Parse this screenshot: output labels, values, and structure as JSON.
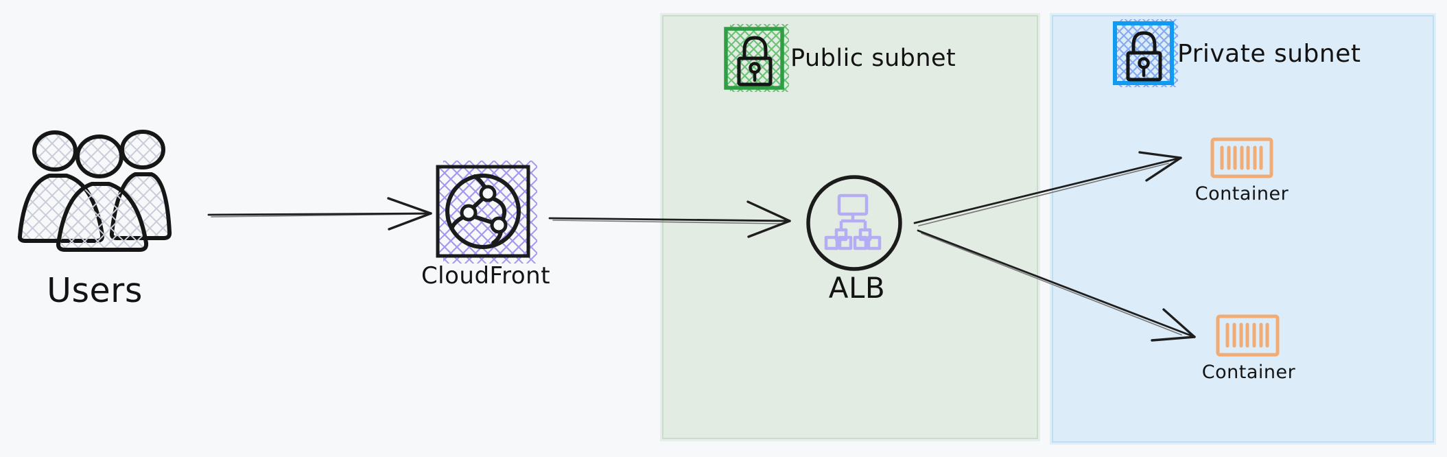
{
  "diagram": {
    "background_color": "#f6f8fa",
    "nodes": {
      "users": {
        "label": "Users",
        "icon": "users-group-icon",
        "hatch_color": "#c9cdd8",
        "stroke_color": "#1b1b1b"
      },
      "cloudfront": {
        "label": "CloudFront",
        "icon": "cloudfront-globe-icon",
        "hatch_color": "#a297f0",
        "stroke_color": "#1b1b1b"
      },
      "alb": {
        "label": "ALB",
        "icon": "load-balancer-icon",
        "icon_color": "#b5adf3",
        "stroke_color": "#1b1b1b"
      },
      "container1": {
        "label": "Container",
        "icon": "container-icon",
        "icon_color": "#f0ac74"
      },
      "container2": {
        "label": "Container",
        "icon": "container-icon",
        "icon_color": "#f0ac74"
      }
    },
    "regions": {
      "public": {
        "label": "Public subnet",
        "fill": "#e3ece3",
        "border": "#ccdccc",
        "lock_accent": "#2f9e44",
        "lock_hatch": "#6cc176"
      },
      "private": {
        "label": "Private subnet",
        "fill": "#dcecf8",
        "border": "#bedff2",
        "lock_accent": "#109bf2",
        "lock_hatch": "#85aaf0"
      }
    },
    "edges": [
      {
        "from": "Users",
        "to": "CloudFront"
      },
      {
        "from": "CloudFront",
        "to": "ALB"
      },
      {
        "from": "ALB",
        "to": "Container"
      },
      {
        "from": "ALB",
        "to": "Container"
      }
    ],
    "edge_color": "#1e1e1e"
  }
}
